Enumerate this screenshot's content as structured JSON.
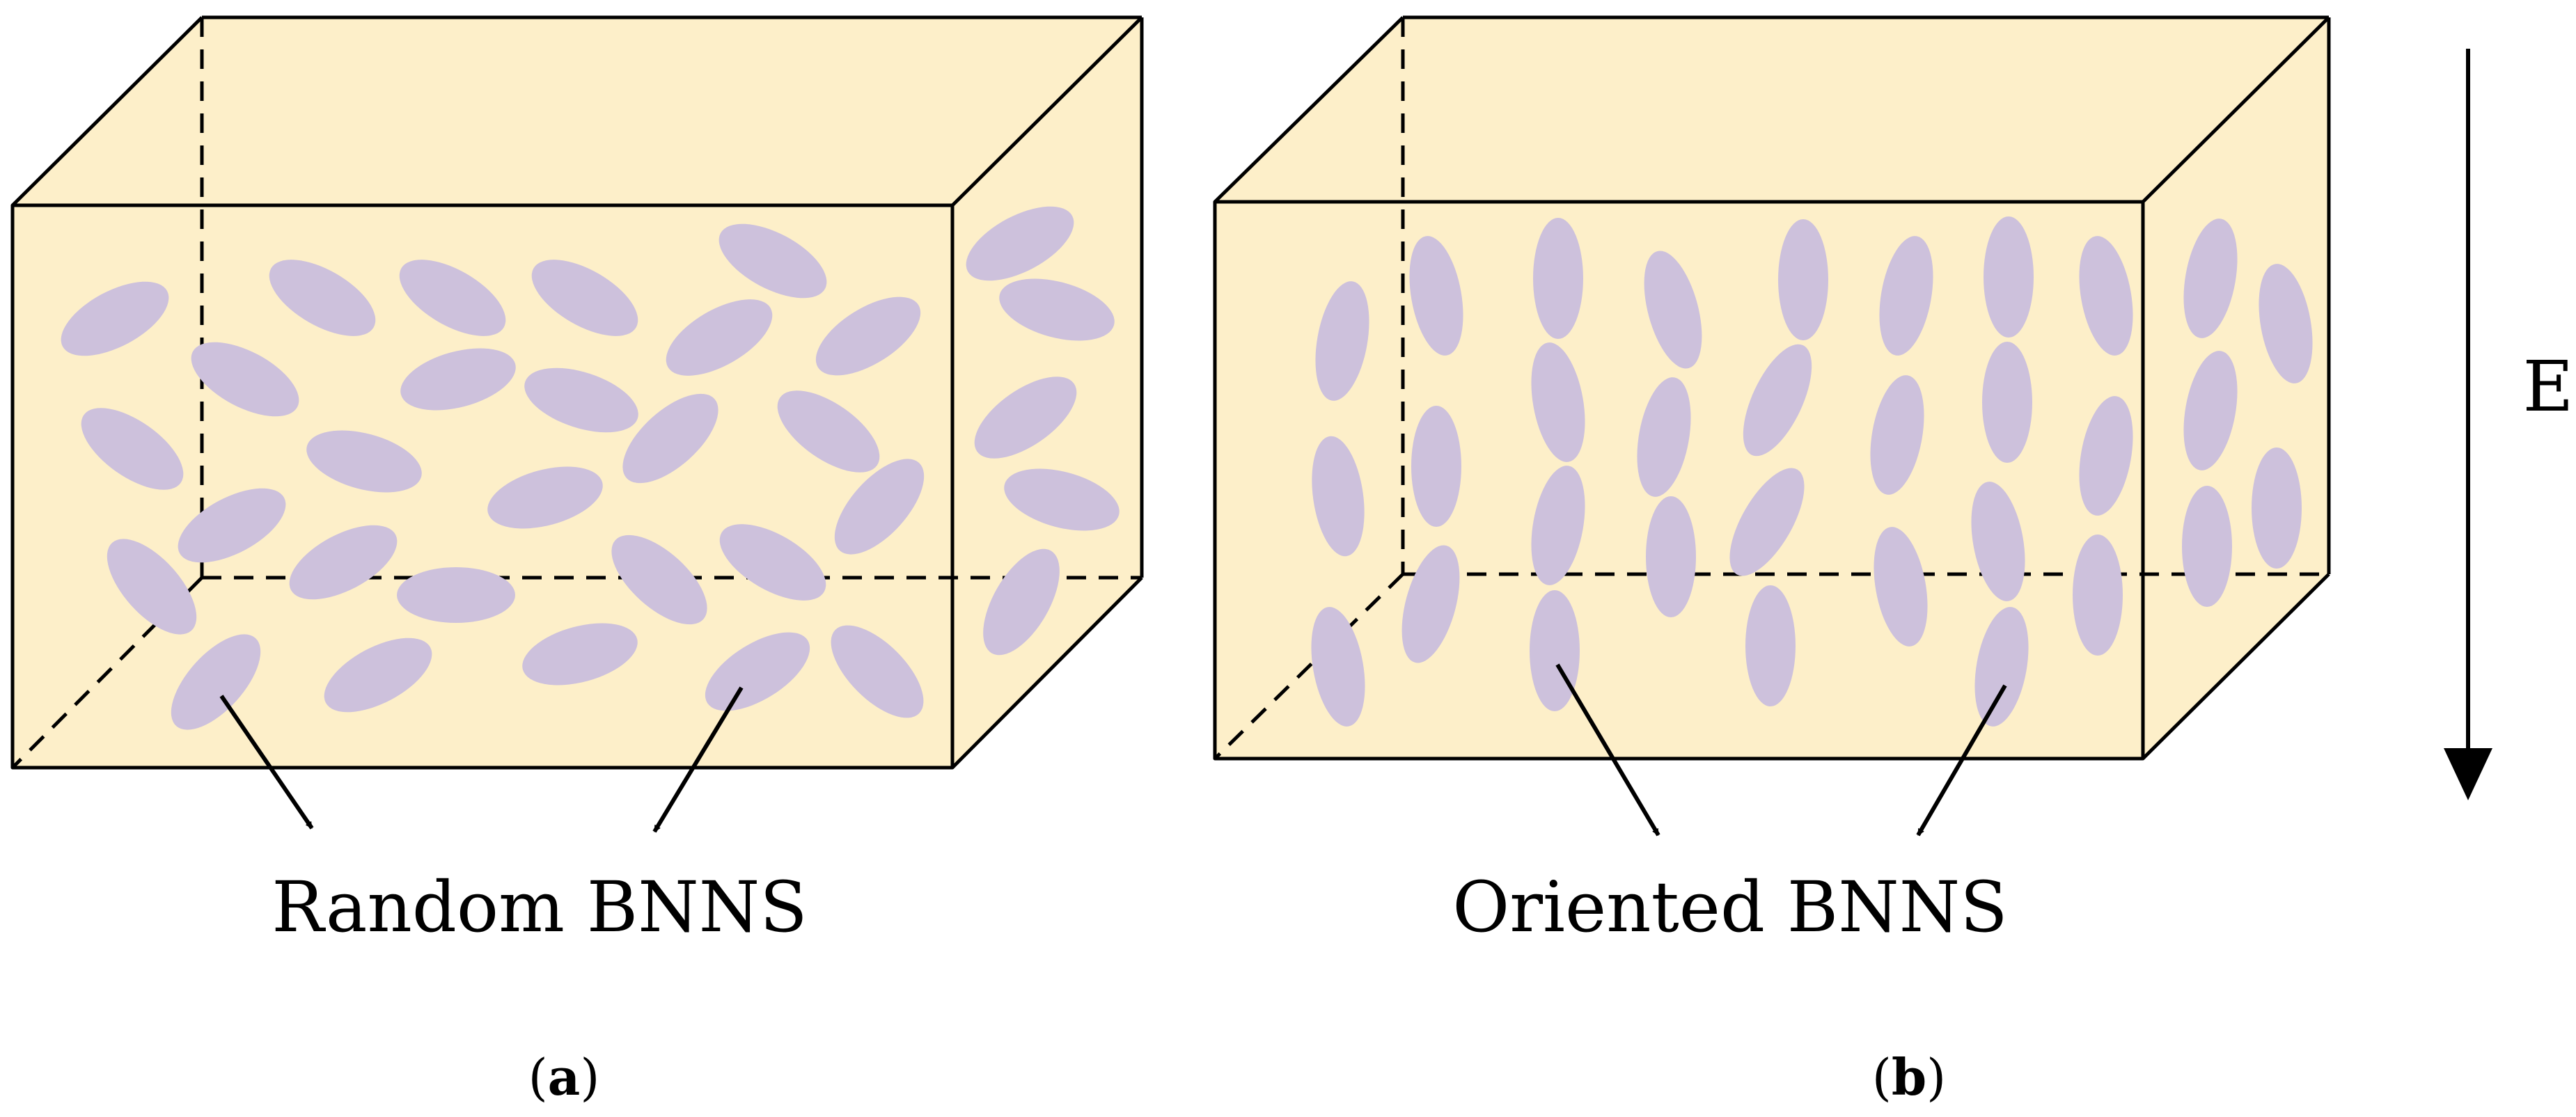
{
  "panel_a": {
    "caption": "Random BNNS",
    "label_open": "(",
    "label_letter": "a",
    "label_close": ")"
  },
  "panel_b": {
    "caption": "Oriented BNNS",
    "label_open": "(",
    "label_letter": "b",
    "label_close": ")"
  },
  "field": {
    "label": "E"
  },
  "colors": {
    "box_fill": "#fdefc9",
    "particle_fill": "#cdc1dc",
    "line": "#000000"
  }
}
